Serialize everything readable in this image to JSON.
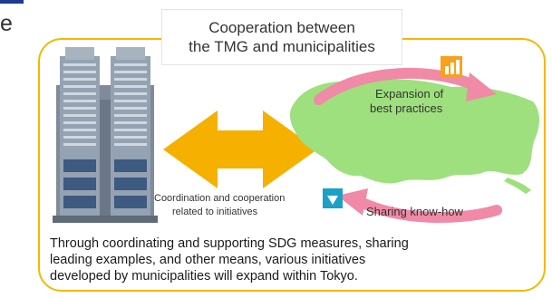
{
  "header": {
    "clipped_letter": "e"
  },
  "title": {
    "line1": "Cooperation between",
    "line2": "the TMG and municipalities"
  },
  "labels": {
    "expansion_line1": "Expansion of",
    "expansion_line2": "best practices",
    "coordination_line1": "Coordination and cooperation",
    "coordination_line2": "related to initiatives",
    "sharing": "Sharing know-how"
  },
  "body": {
    "line1": "Through coordinating and supporting SDG measures, sharing",
    "line2": "leading examples, and other means, various initiatives",
    "line3": "developed by municipalities will expand within Tokyo."
  },
  "colors": {
    "panel_border": "#f5b800",
    "double_arrow": "#f5b000",
    "curved_arrows": "#f08aa6",
    "map_fill": "#9ee07e",
    "badge_orange": "#f9a11b",
    "badge_teal": "#1ba0c8"
  },
  "icons": [
    "building-icon",
    "double-arrow-icon",
    "tokyo-map-icon",
    "sdg-badge-icon"
  ]
}
